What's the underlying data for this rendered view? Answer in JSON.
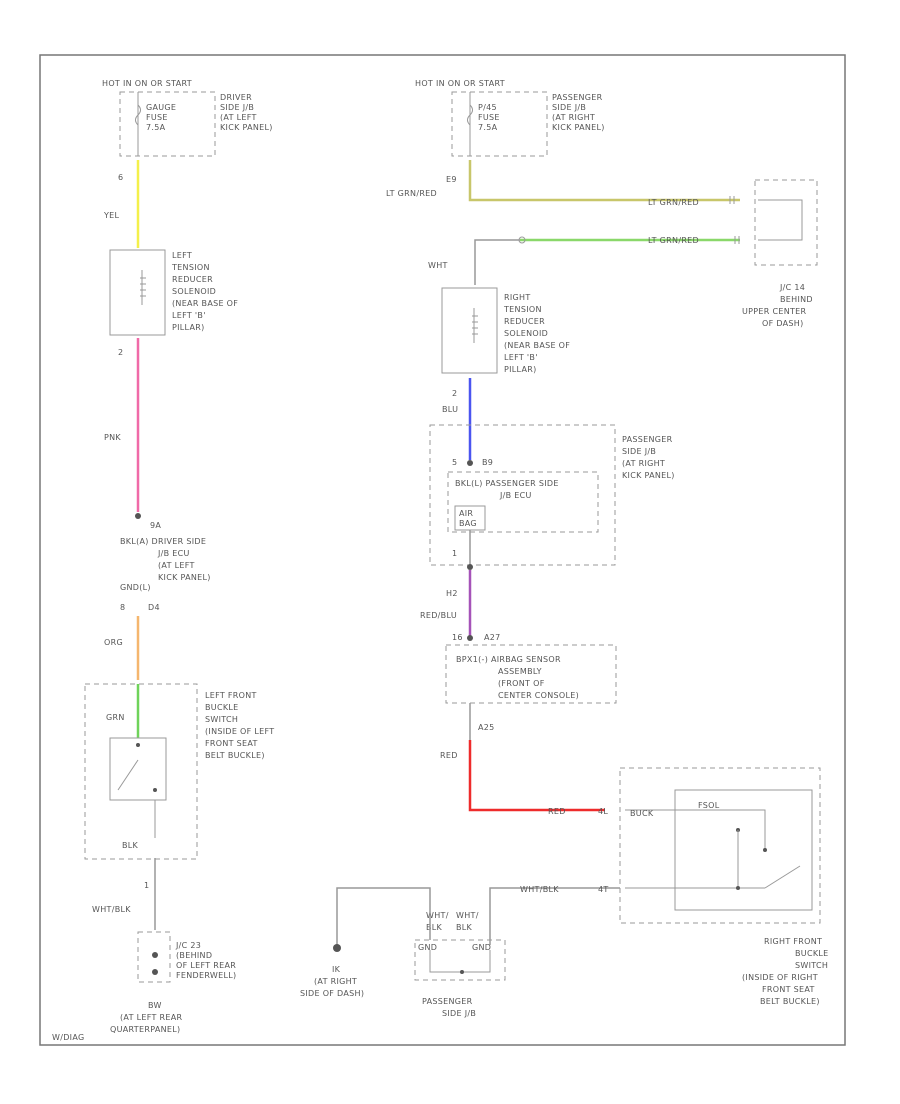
{
  "colors": {
    "yellow": "#f4f04a",
    "pink": "#f06aa8",
    "orange": "#f5b66e",
    "green": "#6fd35a",
    "ltgreen": "#8ad86a",
    "olive": "#c8c66a",
    "blue": "#4a55f0",
    "violet": "#a552b8",
    "red": "#ee2b2b",
    "grey": "#999999"
  },
  "labels": {
    "hot_left": "HOT IN ON OR START",
    "gauge_fuse": [
      "GAUGE",
      "FUSE",
      "7.5A"
    ],
    "driver_jb": [
      "DRIVER",
      "SIDE J/B",
      "(AT LEFT",
      "KICK PANEL)"
    ],
    "pin_left_top": "6",
    "yel": "YEL",
    "left_tension": [
      "LEFT",
      "TENSION",
      "REDUCER",
      "SOLENOID",
      "(NEAR BASE OF",
      "LEFT 'B'",
      "PILLAR)"
    ],
    "pin_left_2": "2",
    "pnk": "PNK",
    "driver_ecu_pin": "9A",
    "driver_ecu": [
      "BKL(A) DRIVER SIDE",
      "J/B ECU",
      "(AT LEFT",
      "KICK PANEL)"
    ],
    "gnd_l": "GND(L)",
    "pin_8": "8",
    "pin_d4": "D4",
    "org": "ORG",
    "grn": "GRN",
    "left_buckle": [
      "LEFT FRONT",
      "BUCKLE",
      "SWITCH",
      "(INSIDE OF LEFT",
      "FRONT SEAT",
      "BELT BUCKLE)"
    ],
    "blk_left": "BLK",
    "pin_1": "1",
    "wht_blk_left": "WHT/BLK",
    "jc_23": [
      "J/C 23",
      "(BEHIND",
      "OF LEFT REAR",
      "FENDERWELL)"
    ],
    "ground_left": [
      "BW",
      "(AT LEFT REAR",
      "QUARTERPANEL)"
    ],
    "hot_right": "HOT IN ON OR START",
    "fuse_right": [
      "P/45",
      "FUSE",
      "7.5A"
    ],
    "pass_jb_top": [
      "PASSENGER",
      "SIDE J/B",
      "(AT RIGHT",
      "KICK PANEL)"
    ],
    "pin_e9": "E9",
    "lt_grn_red": "LT GRN/RED",
    "lt_grn_red_2": "LT GRN/RED",
    "lt_grn_red_3": "LT GRN/RED",
    "jc_14": [
      "J/C 14",
      "BEHIND",
      "UPPER CENTER",
      "OF DASH)"
    ],
    "wht": "WHT",
    "right_tension": [
      "RIGHT",
      "TENSION",
      "REDUCER",
      "SOLENOID",
      "(NEAR BASE OF",
      "LEFT 'B'",
      "PILLAR)"
    ],
    "pin_right_2": "2",
    "blu": "BLU",
    "pass_jb_mid": [
      "PASSENGER",
      "SIDE J/B",
      "(AT RIGHT",
      "KICK PANEL)"
    ],
    "pin_5": "5",
    "pin_b9": "B9",
    "bkl_pass": "BKL(L) PASSENGER SIDE",
    "jb_ecu": "J/B ECU",
    "air_bag": [
      "AIR",
      "BAG"
    ],
    "pin_1b": "1",
    "pin_h2": "H2",
    "red_blu": "RED/BLU",
    "pin_16": "16",
    "pin_a27": "A27",
    "sensor": [
      "BPX1(-) AIRBAG SENSOR",
      "ASSEMBLY",
      "(FRONT OF",
      "CENTER CONSOLE)"
    ],
    "pin_a25": "A25",
    "red_label": "RED",
    "red_right": "RED",
    "pin_4l": "4L",
    "pin_4t": "4T",
    "buck_r": "BUCK",
    "fsol": "FSOL",
    "wht_blk_right": "WHT/BLK",
    "right_buckle": [
      "RIGHT FRONT",
      "BUCKLE",
      "SWITCH",
      "(INSIDE OF RIGHT",
      "FRONT SEAT",
      "BELT BUCKLE)"
    ],
    "wht_blk_a": [
      "WHT/",
      "BLK"
    ],
    "wht_blk_b": [
      "WHT/",
      "BLK"
    ],
    "gnd_ll": "GND",
    "gnd_ll2": "GND",
    "pass_jb_bottom": [
      "PASSENGER",
      "SIDE J/B"
    ],
    "ground_mid": [
      "IK",
      "(AT RIGHT",
      "SIDE OF DASH)"
    ],
    "footer_id": "W/DIAG"
  }
}
